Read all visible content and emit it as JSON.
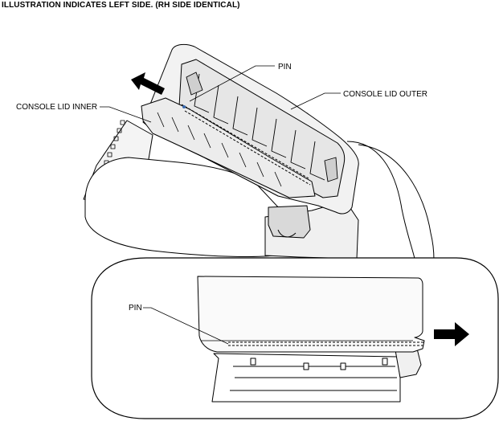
{
  "header": {
    "note": "ILLUSTRATION INDICATES LEFT SIDE. (RH SIDE IDENTICAL)"
  },
  "callouts": {
    "pin_top": "PIN",
    "console_lid_outer": "CONSOLE LID OUTER",
    "console_lid_inner": "CONSOLE LID INNER",
    "pin_detail": "PIN"
  },
  "arrows": {
    "top_direction": "up-left",
    "detail_direction": "right"
  },
  "colors": {
    "line": "#000000",
    "lid_fill": "#f2f2f2",
    "cushion_fill": "#ffffff",
    "detail_fill": "#fafafa"
  }
}
